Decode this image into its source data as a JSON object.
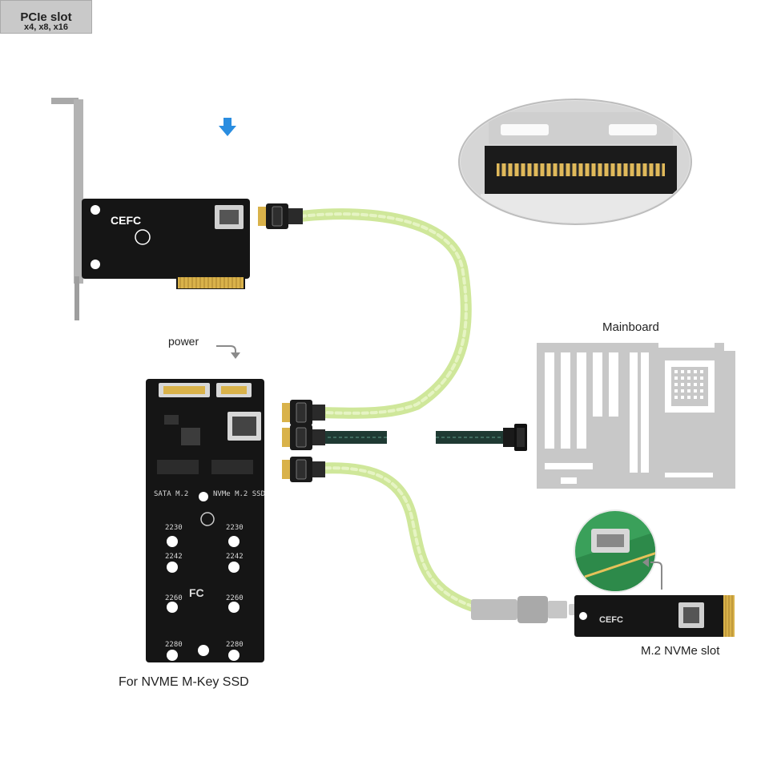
{
  "labels": {
    "pcie_slot_title": "PCIe slot",
    "pcie_slot_sizes": "x4, x8, x16",
    "power": "power",
    "mainboard": "Mainboard",
    "m2_nvme_slot": "M.2 NVMe slot",
    "for_nvme": "For NVME M-Key SSD"
  },
  "board_marks": {
    "lengths_left": [
      "2230",
      "2242",
      "2260",
      "2280"
    ],
    "lengths_right": [
      "2230",
      "2242",
      "2260",
      "2280"
    ],
    "left_slot_label": "SATA M.2",
    "right_slot_label": "NVMe M.2 SSD"
  },
  "colors": {
    "cable_green": "#d4eba0",
    "cable_dark": "#1f3a33",
    "pcb_black": "#151515",
    "gold": "#d9b24a",
    "mainboard_gray": "#c8c8c8",
    "arrow_blue": "#2a8de0"
  },
  "icons": [
    "down-arrow-icon",
    "curved-arrow-icon",
    "up-arrow-icon"
  ]
}
